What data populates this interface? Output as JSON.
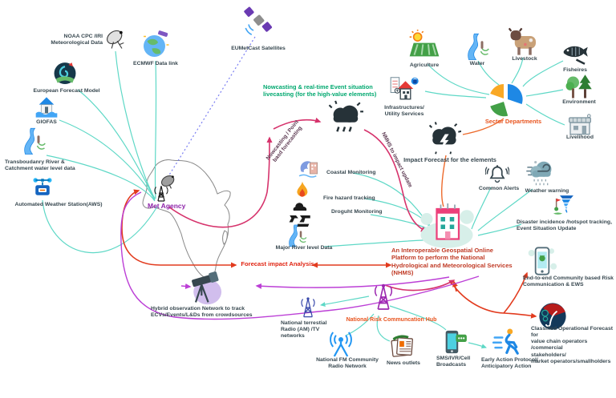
{
  "diagram": {
    "subject": "National hydro-meteorological services mind map",
    "colors": {
      "source_lines": "#5ed8c6",
      "nowcast_lines": "#d6336c",
      "feedback_lines": "#e23b1e",
      "observation_lines": "#bc3fd6",
      "sector_link": "#ed6a2c",
      "satellite_dotted": "#7b7ff2",
      "green_title": "#00a86f",
      "orange_title": "#e8541e",
      "platform_title": "#c03a25",
      "met_agency_title": "#8e24aa"
    }
  },
  "nodes": {
    "noaa": {
      "label": "NOAA CPC /IRI\nMeteorological Data",
      "icon": "satellite-dish-icon"
    },
    "ecmwf": {
      "label": "ECMWF Data link",
      "icon": "globe-satellite-icon"
    },
    "eumetcast": {
      "label": "EUMetCast Satellites",
      "icon": "satellite-icon"
    },
    "efm": {
      "label": "European Forecast Model",
      "icon": "cyclone-icon"
    },
    "glofas": {
      "label": "GIOFAS",
      "icon": "flooded-house-icon"
    },
    "trans": {
      "label": "Transboudanry River &\nCatchment water level data",
      "icon": "river-icon"
    },
    "aws": {
      "label": "Automated Weather Station(AWS)",
      "icon": "weather-station-icon"
    },
    "met": {
      "label": "Met Agency",
      "icon": "dish-antenna-icon"
    },
    "nowtitle": {
      "label": "Nowcasting & real-time Event situation\nlivecasting  (for the high-value elements)"
    },
    "rot_nowcast": {
      "label": "Nowcasting / Point\nbasd forecasting"
    },
    "rot_nmhs": {
      "label": "NMHS to impact update"
    },
    "cloud": {
      "icon": "rain-cloud-icon"
    },
    "coastal": {
      "label": "Coastal Monitoring",
      "icon": "coastal-wave-icon"
    },
    "fire": {
      "label": "Fire hazard tracking",
      "icon": "flame-icon"
    },
    "drought": {
      "label": "Droguht Monitoring",
      "icon": "drought-icon"
    },
    "major": {
      "label": "Major River level Data",
      "icon": "river-icon"
    },
    "agri": {
      "label": "Agriculture",
      "icon": "crop-field-icon"
    },
    "water": {
      "label": "Water",
      "icon": "river-icon"
    },
    "livestock": {
      "label": "Livestock",
      "icon": "cow-icon"
    },
    "fish": {
      "label": "Fisheires",
      "icon": "fish-icon"
    },
    "env": {
      "label": "Environment",
      "icon": "trees-icon"
    },
    "live": {
      "label": "Livelihood",
      "icon": "shop-icon"
    },
    "infra": {
      "label": "Infrastructures/\nUtility Services",
      "icon": "infrastructure-icon"
    },
    "sector": {
      "label": "Sector Departments",
      "icon": "pie-chart-icon"
    },
    "impact": {
      "label": "Impact Forecast for the elements",
      "icon": "storm-lightning-icon"
    },
    "alerts": {
      "label": "Common Alerts",
      "icon": "bell-icon"
    },
    "warning": {
      "label": "Weather warning",
      "icon": "wind-cloud-icon"
    },
    "disaster": {
      "label": "Disaster incidence /hotspot tracking,\nEvent Situation Update",
      "icon": "tornado-icon"
    },
    "platform": {
      "label": "An Interoperable Geospatial Online\nPlatform to perform the National\nHydrological and Meteorological Services\n(NHMS)",
      "icon": "building-cloud-icon"
    },
    "e2e": {
      "label": "End-to-end Community based Risk\nCommunication & EWS",
      "icon": "smartphone-icon"
    },
    "classified": {
      "label": "Classified Operational Forecast for\nvalue chain operators /commercial\nstakeholders/\nmarket operators/smallholders",
      "icon": "umbrella-chart-icon"
    },
    "early": {
      "label": "Early Action Protocol/\nAnticipatory Action",
      "icon": "runner-icon"
    },
    "sms": {
      "label": "SMS/IVR/Cell\nBroadcasts",
      "icon": "sms-phone-icon"
    },
    "news": {
      "label": "News outlets",
      "icon": "newspaper-icon"
    },
    "hub": {
      "label": "National Risk Communcation Hub",
      "icon": "radio-tower-icon"
    },
    "fm": {
      "label": "National FM Community\nRadio Network",
      "icon": "fm-antenna-icon"
    },
    "amtv": {
      "label": "National terrestial\nRadio (AM) /TV\nnetworks",
      "icon": "radio-tower-icon"
    },
    "hybrid": {
      "label": "Hybrid observation Network to track\nECVs/Events/L&Ds from crowdsources",
      "icon": "telescope-icon"
    },
    "fia": {
      "label": "Forecast  impact Analysis"
    }
  }
}
